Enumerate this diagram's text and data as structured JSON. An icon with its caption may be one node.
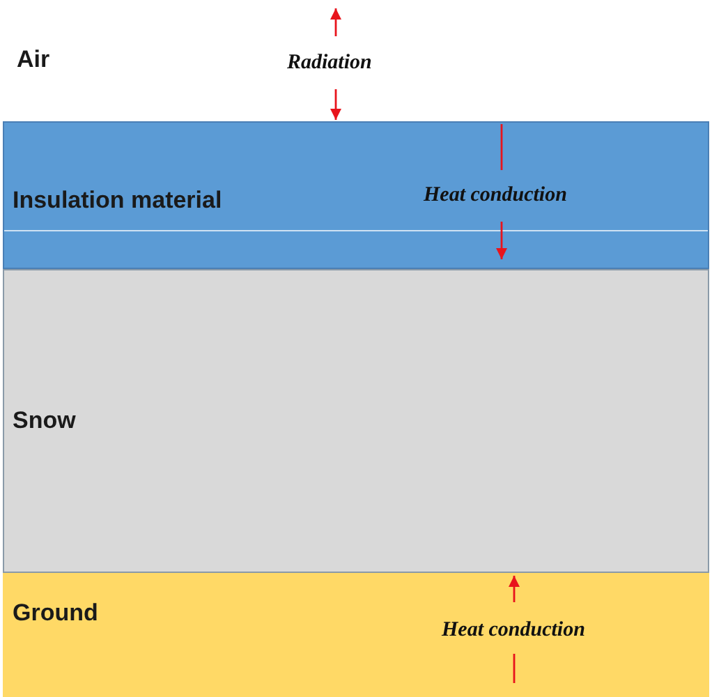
{
  "diagram": {
    "nodes": [
      {
        "text": [
          "Insulation material"
        ]
      },
      {
        "text": [
          "Snow"
        ]
      },
      {
        "text": [
          "Ground"
        ]
      }
    ],
    "labels": [
      "Air",
      "Radiation",
      "Heat conduction",
      "Heat conduction"
    ]
  }
}
